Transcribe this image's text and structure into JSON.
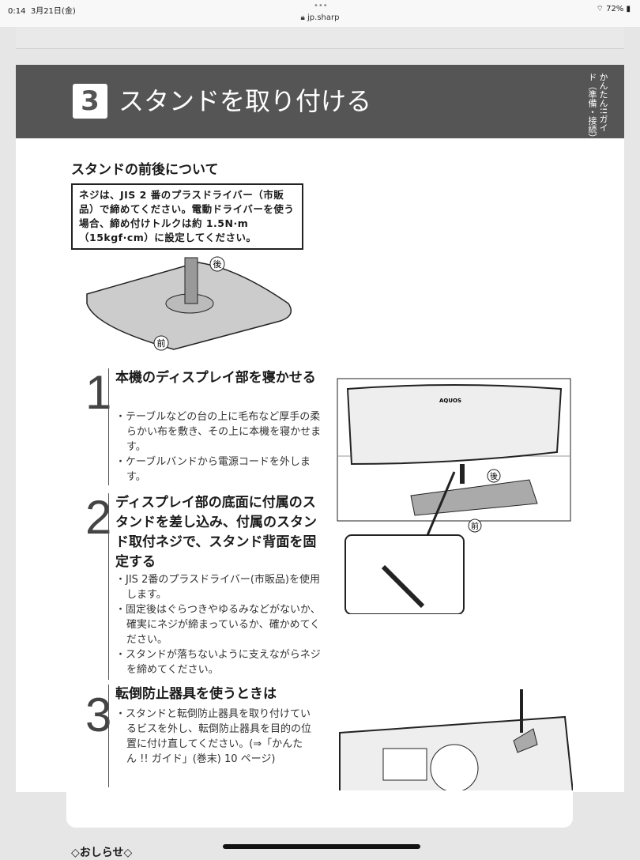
{
  "status_bar": {
    "time": "0:14",
    "date": "3月21日(金)",
    "url": "jp.sharp",
    "battery": "72%",
    "wifi_icon": "wifi-icon",
    "lock_icon": "lock-icon"
  },
  "header": {
    "step_number": "3",
    "title": "スタンドを取り付ける",
    "side_label": "かんたん!!ガイド（準備・接続）"
  },
  "front_back": {
    "heading": "スタンドの前後について",
    "note": "ネジは、JIS 2 番のプラスドライバー（市販品）で締めてください。電動ドライバーを使う場合、締め付けトルクは約 1.5N·m（15kgf·cm）に設定してください。",
    "back_label": "後",
    "front_label": "前"
  },
  "steps": [
    {
      "number": "1",
      "title": "本機のディスプレイ部を寝かせる",
      "bullets": [
        "テーブルなどの台の上に毛布など厚手の柔らかい布を敷き、その上に本機を寝かせます。",
        "ケーブルバンドから電源コードを外します。"
      ]
    },
    {
      "number": "2",
      "title": "ディスプレイ部の底面に付属のスタンドを差し込み、付属のスタンド取付ネジで、スタンド背面を固定する",
      "bullets": [
        "JIS 2番のプラスドライバー(市販品)を使用します。",
        "固定後はぐらつきやゆるみなどがないか、確実にネジが締まっているか、確かめてください。",
        "スタンドが落ちないように支えながらネジを締めてください。"
      ]
    },
    {
      "number": "3",
      "title": "転倒防止器具を使うときは",
      "bullets": [
        "スタンドと転倒防止器具を取り付けているビスを外し、転倒防止器具を目的の位置に付け直してください。(⇒「かんたん !! ガイド」(巻末) 10 ページ)"
      ]
    }
  ],
  "illustration": {
    "brand": "AQUOS",
    "back_label": "後",
    "front_label": "前"
  },
  "footer": {
    "notice": "◇おしらせ◇"
  }
}
